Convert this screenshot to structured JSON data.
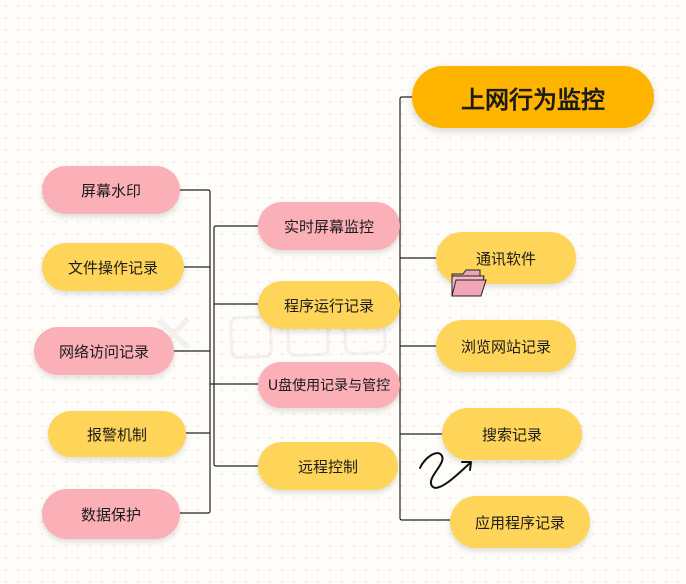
{
  "root": {
    "label": "上网行为监控",
    "color": "#ffb400"
  },
  "right_branches": [
    {
      "label": "通讯软件",
      "color": "#fed459"
    },
    {
      "label": "浏览网站记录",
      "color": "#fed459"
    },
    {
      "label": "搜索记录",
      "color": "#fed459"
    },
    {
      "label": "应用程序记录",
      "color": "#fed459"
    }
  ],
  "middle_nodes": [
    {
      "label": "实时屏幕监控",
      "color": "#fbb0b7"
    },
    {
      "label": "程序运行记录",
      "color": "#fed459"
    },
    {
      "label": "U盘使用记录与管控",
      "color": "#fbb0b7"
    },
    {
      "label": "远程控制",
      "color": "#fed459"
    }
  ],
  "left_leaves": [
    {
      "label": "屏幕水印",
      "color": "#fbb0b7"
    },
    {
      "label": "文件操作记录",
      "color": "#fed459"
    },
    {
      "label": "网络访问记录",
      "color": "#fbb0b7"
    },
    {
      "label": "报警机制",
      "color": "#fed459"
    },
    {
      "label": "数据保护",
      "color": "#fbb0b7"
    }
  ],
  "icons": {
    "folder": "folder-icon",
    "scribble": "scribble-arrow-icon"
  },
  "line_color": "#222222"
}
